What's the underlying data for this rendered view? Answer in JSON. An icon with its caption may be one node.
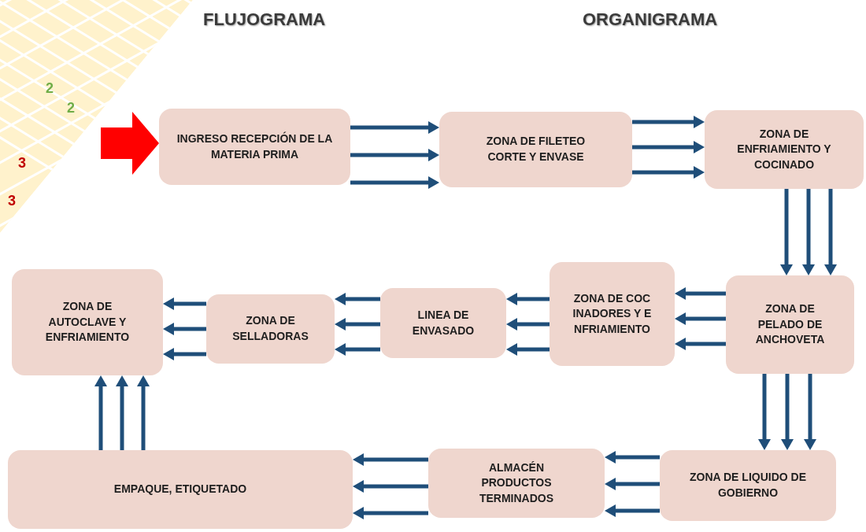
{
  "diagram": {
    "title": "FLUJOGRAMA",
    "nodes": [
      {
        "text": [
          "INGRESO RECEPCIÓN DE LA MATERIA PRIMA"
        ]
      },
      {
        "text": [
          "ZONA DE FILETEO CORTE Y ENVASE"
        ]
      },
      {
        "text": [
          "ZONA DE ENFRIAMIENTO Y COCINADO"
        ]
      },
      {
        "text": [
          "ZONA DE PELADO DE ANCHOVETA"
        ]
      },
      {
        "text": [
          "ZONA DE COCINADORES Y ENFRIAMIENTO"
        ]
      },
      {
        "text": [
          "LINEA DE ENVASADO"
        ]
      },
      {
        "text": [
          "ZONA DE SELLADORAS"
        ]
      },
      {
        "text": [
          "ZONA DE AUTOCLAVE Y ENFRIAMIENTO"
        ]
      },
      {
        "text": [
          "ZONA DE LIQUIDO DE GOBIERNO"
        ]
      },
      {
        "text": [
          "ALMACÉN PRODUCTOS TERMINADOS"
        ]
      },
      {
        "text": [
          "EMPAQUE, ETIQUETADO"
        ]
      }
    ],
    "edges": [
      {
        "from": null,
        "to": 0,
        "arrow": "to",
        "style": "thick",
        "color": "#ff0000"
      },
      {
        "from": 0,
        "to": 1,
        "arrow": "to"
      },
      {
        "from": 0,
        "to": 1,
        "arrow": "to"
      },
      {
        "from": 0,
        "to": 1,
        "arrow": "to"
      },
      {
        "from": 1,
        "to": 2,
        "arrow": "to"
      },
      {
        "from": 1,
        "to": 2,
        "arrow": "to"
      },
      {
        "from": 1,
        "to": 2,
        "arrow": "to"
      },
      {
        "from": 2,
        "to": 3,
        "arrow": "to"
      },
      {
        "from": 2,
        "to": 3,
        "arrow": "to"
      },
      {
        "from": 2,
        "to": 3,
        "arrow": "to"
      },
      {
        "from": 3,
        "to": 4,
        "arrow": "to"
      },
      {
        "from": 3,
        "to": 4,
        "arrow": "to"
      },
      {
        "from": 3,
        "to": 4,
        "arrow": "to"
      },
      {
        "from": 4,
        "to": 5,
        "arrow": "to"
      },
      {
        "from": 4,
        "to": 5,
        "arrow": "to"
      },
      {
        "from": 4,
        "to": 5,
        "arrow": "to"
      },
      {
        "from": 5,
        "to": 6,
        "arrow": "to"
      },
      {
        "from": 5,
        "to": 6,
        "arrow": "to"
      },
      {
        "from": 5,
        "to": 6,
        "arrow": "to"
      },
      {
        "from": 6,
        "to": 7,
        "arrow": "to"
      },
      {
        "from": 6,
        "to": 7,
        "arrow": "to"
      },
      {
        "from": 6,
        "to": 7,
        "arrow": "to"
      },
      {
        "from": 3,
        "to": 8,
        "arrow": "to"
      },
      {
        "from": 3,
        "to": 8,
        "arrow": "to"
      },
      {
        "from": 3,
        "to": 8,
        "arrow": "to"
      },
      {
        "from": 8,
        "to": 9,
        "arrow": "to"
      },
      {
        "from": 8,
        "to": 9,
        "arrow": "to"
      },
      {
        "from": 8,
        "to": 9,
        "arrow": "to"
      },
      {
        "from": 9,
        "to": 10,
        "arrow": "to"
      },
      {
        "from": 9,
        "to": 10,
        "arrow": "to"
      },
      {
        "from": 9,
        "to": 10,
        "arrow": "to"
      },
      {
        "from": 10,
        "to": 7,
        "arrow": "to"
      },
      {
        "from": 10,
        "to": 7,
        "arrow": "to"
      },
      {
        "from": 10,
        "to": 7,
        "arrow": "to"
      }
    ],
    "labels": [
      "ORGANIGRAMA",
      "2",
      "2",
      "3",
      "3"
    ]
  }
}
